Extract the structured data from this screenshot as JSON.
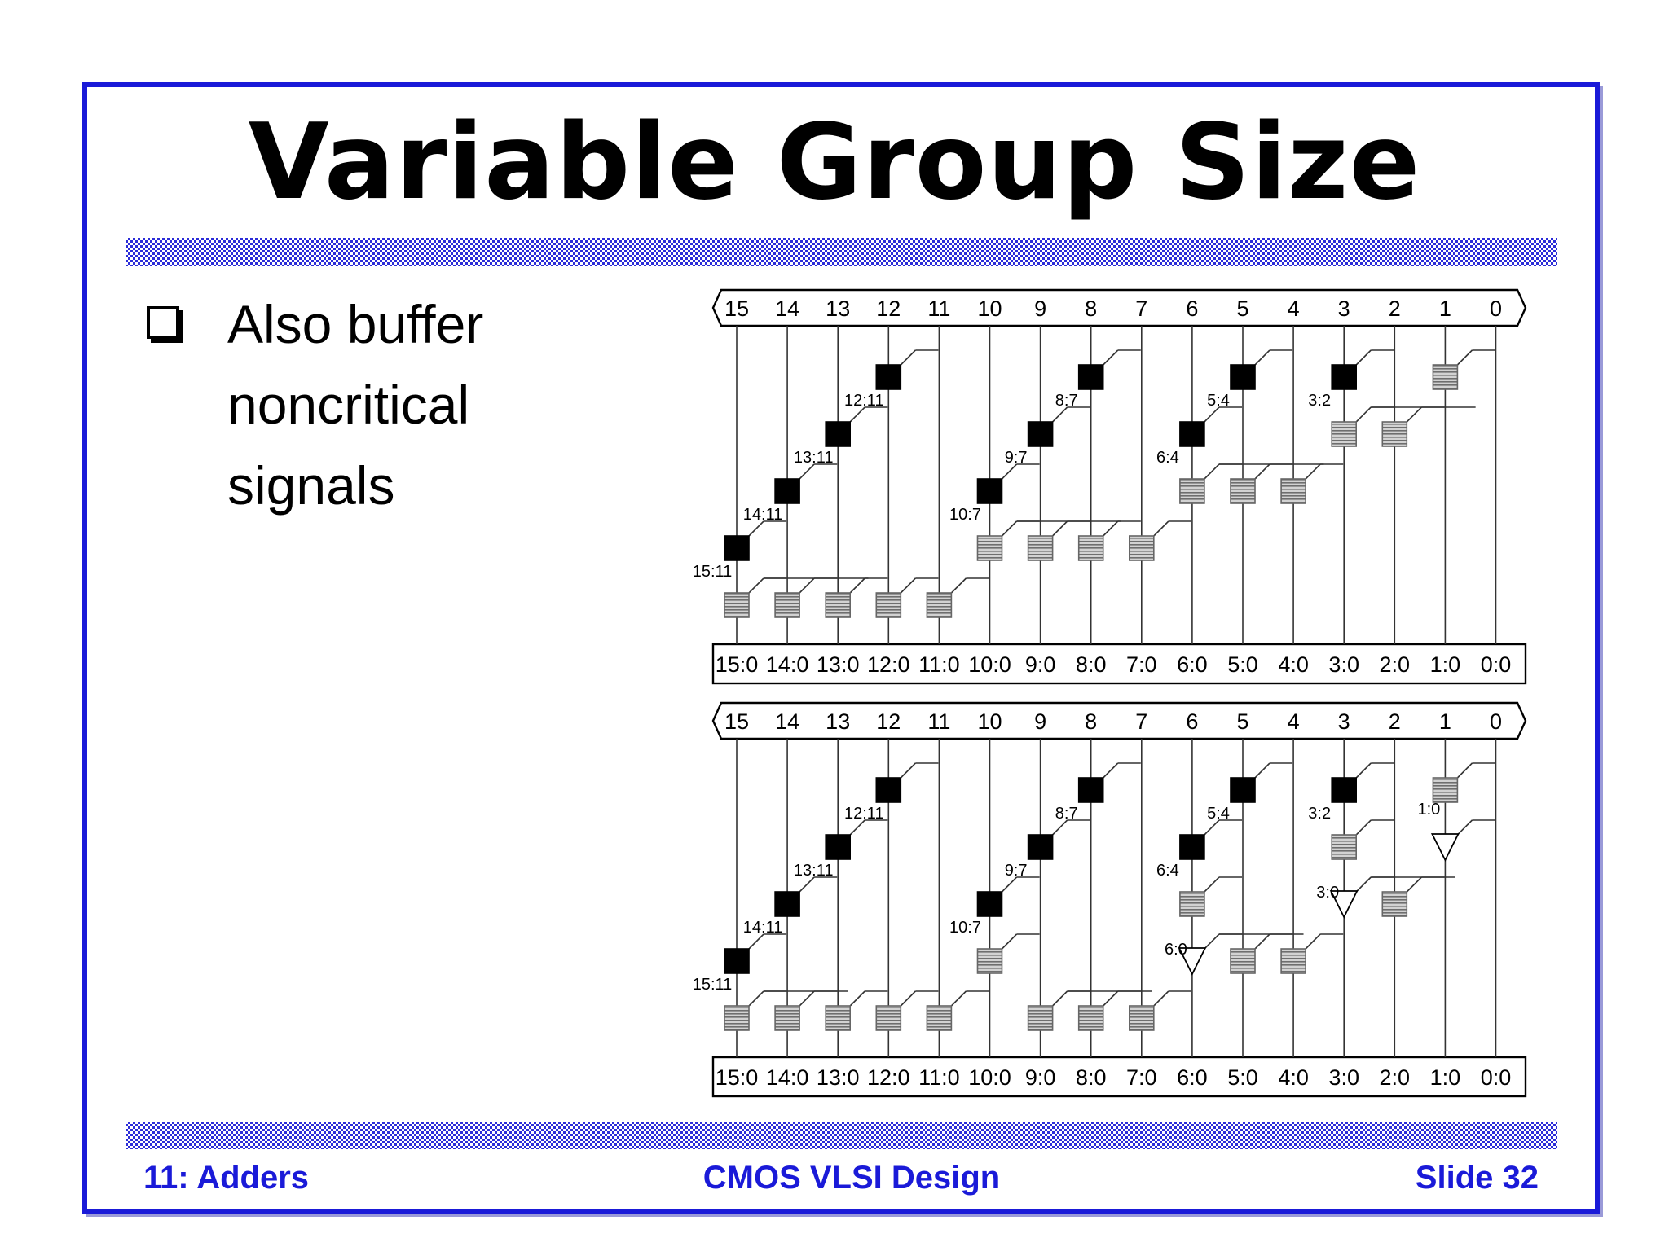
{
  "slide": {
    "title": "Variable Group Size",
    "bullet_lines": [
      "Also buffer",
      "noncritical",
      "signals"
    ]
  },
  "footer": {
    "left": "11: Adders",
    "center": "CMOS VLSI Design",
    "right": "Slide 32"
  },
  "colors": {
    "accent": "#1a1ad8",
    "black_cell": "#000000",
    "gray_cell": "#b4b4b4"
  },
  "diagram": {
    "input_bits": [
      "15",
      "14",
      "13",
      "12",
      "11",
      "10",
      "9",
      "8",
      "7",
      "6",
      "5",
      "4",
      "3",
      "2",
      "1",
      "0"
    ],
    "outputs": [
      "15:0",
      "14:0",
      "13:0",
      "12:0",
      "11:0",
      "10:0",
      "9:0",
      "8:0",
      "7:0",
      "6:0",
      "5:0",
      "4:0",
      "3:0",
      "2:0",
      "1:0",
      "0:0"
    ],
    "top_labels": [
      "12:11",
      "13:11",
      "14:11",
      "15:11",
      "8:7",
      "9:7",
      "10:7",
      "5:4",
      "6:4",
      "3:2"
    ],
    "bottom_labels": [
      "12:11",
      "13:11",
      "14:11",
      "15:11",
      "8:7",
      "9:7",
      "10:7",
      "5:4",
      "6:4",
      "6:0",
      "3:2",
      "3:0",
      "1:0"
    ]
  }
}
